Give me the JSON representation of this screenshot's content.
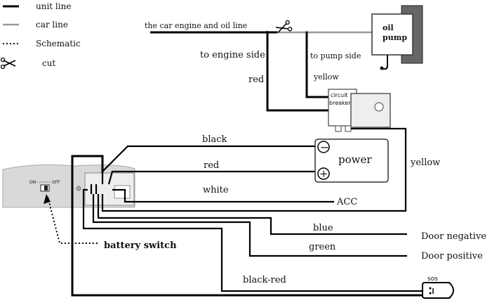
{
  "legend": {
    "unit_line": "unit line",
    "car_line": "car line",
    "schematic": "Schematic",
    "cut": "cut"
  },
  "labels": {
    "engine_oil_line": "the car engine and oil line",
    "to_engine_side": "to engine side",
    "to_pump_side": "to pump side",
    "red_top": "red",
    "yellow_top": "yellow",
    "oil_pump_line1": "oil",
    "oil_pump_line2": "pump",
    "circuit_breaker_line1": "circuit",
    "circuit_breaker_line2": "breaker",
    "black": "black",
    "red": "red",
    "white": "white",
    "power": "power",
    "acc": "ACC",
    "yellow_right": "yellow",
    "blue": "blue",
    "green": "green",
    "door_negative": "Door negative",
    "door_positive": "Door positive",
    "battery_switch": "battery switch",
    "black_red": "black-red",
    "sos": "sos",
    "switch_on": "ON",
    "switch_off": "OFF",
    "minus": "−",
    "plus": "+"
  }
}
